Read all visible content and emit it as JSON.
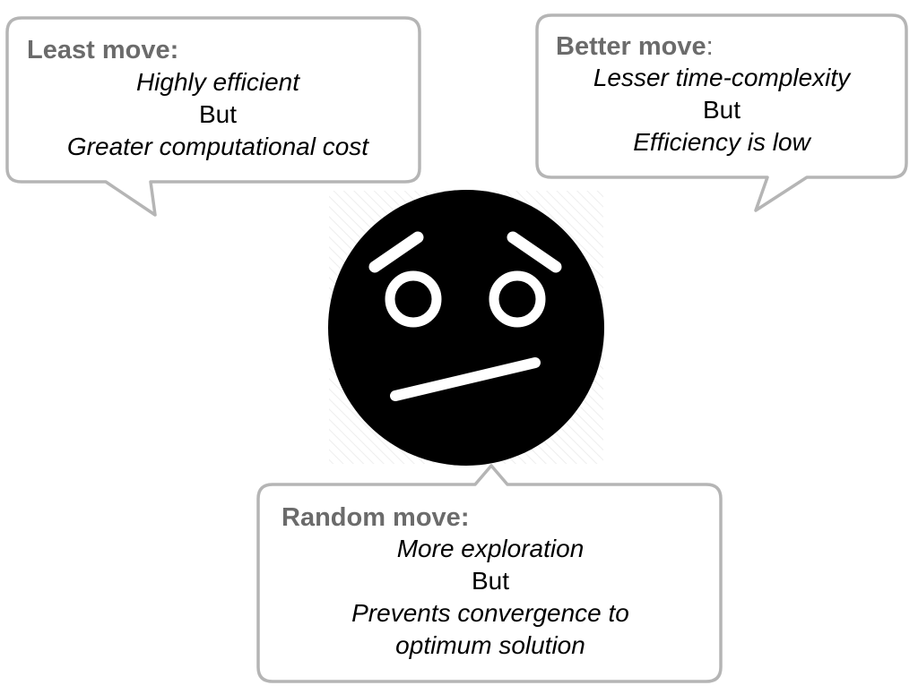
{
  "bubbles": {
    "least": {
      "title": "Least move:",
      "line1": "Highly efficient",
      "line2": "But",
      "line3": "Greater computational cost"
    },
    "better": {
      "title": "Better move",
      "title_colon": ":",
      "line1": "Lesser time-complexity",
      "line2": "But",
      "line3": "Efficiency is low"
    },
    "random": {
      "title": "Random move:",
      "line1": "More exploration",
      "line2": "But",
      "line3": "Prevents convergence to",
      "line4": "optimum solution"
    }
  },
  "face": {
    "icon": "worried-face-icon",
    "fill_color": "#000000",
    "feature_color": "#ffffff"
  },
  "colors": {
    "bubble_border": "#b5b5b5",
    "title_gray": "#6b6b6b"
  }
}
